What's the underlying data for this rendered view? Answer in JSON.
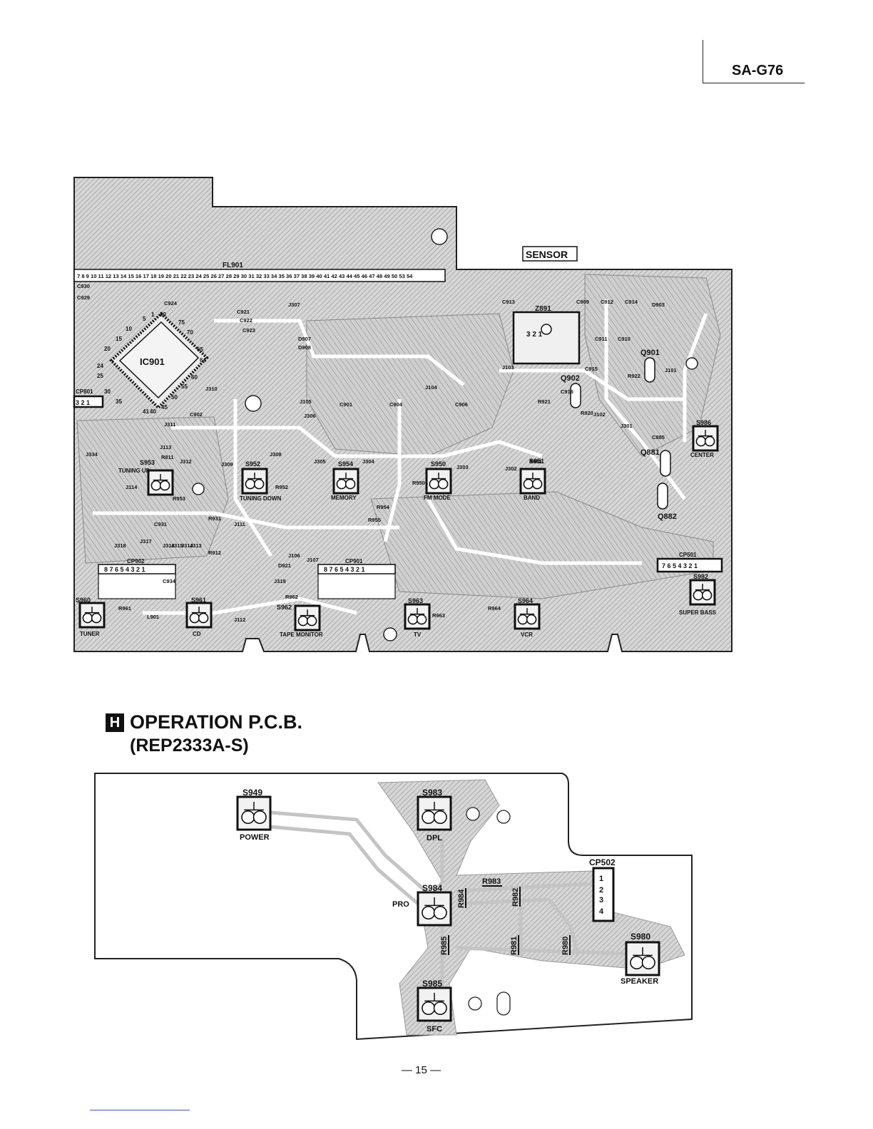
{
  "header": {
    "model": "SA-G76"
  },
  "main_board": {
    "sensor_label": "SENSOR",
    "display_label": "FL901",
    "pin_row": "7 8 9 10 11 12 13 14 15 16 17 18 19 20 21 22 23 24 25 26 27 28 29 30 31 32 33 34 35 36 37 38 39 40 41 42 43 44 45 46 47 48 49 50  53 54",
    "ic_label": "IC901",
    "ic_pins": [
      "1",
      "80",
      "75",
      "70",
      "65",
      "64",
      "60",
      "55",
      "50",
      "45",
      "41",
      "40",
      "35",
      "30",
      "25",
      "24",
      "20",
      "15",
      "10",
      "5"
    ],
    "z891_label": "Z891",
    "z891_pins": "3 2 1",
    "connectors": [
      {
        "ref": "CP902",
        "pins": "8 7 6 5 4 3 2 1"
      },
      {
        "ref": "CP901",
        "pins": "8 7 6 5 4 3 2 1"
      },
      {
        "ref": "CP501",
        "pins": "7 6 5 4 3 2 1"
      },
      {
        "ref": "CP801",
        "pins": "3 2 1"
      }
    ],
    "switches": [
      {
        "ref": "S953",
        "func": "TUNING UP"
      },
      {
        "ref": "S952",
        "func": "TUNING DOWN"
      },
      {
        "ref": "S954",
        "func": "MEMORY"
      },
      {
        "ref": "S950",
        "func": "FM MODE"
      },
      {
        "ref": "S951",
        "func": "BAND"
      },
      {
        "ref": "S986",
        "func": "CENTER"
      },
      {
        "ref": "S960",
        "func": "TUNER"
      },
      {
        "ref": "S961",
        "func": "CD"
      },
      {
        "ref": "S962",
        "func": "TAPE MONITOR"
      },
      {
        "ref": "S963",
        "func": "TV"
      },
      {
        "ref": "S964",
        "func": "VCR"
      },
      {
        "ref": "S982",
        "func": "SUPER BASS"
      }
    ],
    "transistors": [
      "Q901",
      "Q902",
      "Q881",
      "Q882"
    ],
    "parts": [
      "J307",
      "J310",
      "J311",
      "J105",
      "J306",
      "J104",
      "J103",
      "J101",
      "J102",
      "J113",
      "J114",
      "J312",
      "J309",
      "J308",
      "J305",
      "J304",
      "J303",
      "J302",
      "J301",
      "J106",
      "J107",
      "J111",
      "J112",
      "J319",
      "J318",
      "J317",
      "J316",
      "J315",
      "J314",
      "J313",
      "J334",
      "R811",
      "R953",
      "R952",
      "R954",
      "R955",
      "R931",
      "R912",
      "R961",
      "R962",
      "R964",
      "R963",
      "R951",
      "R950",
      "R921",
      "R920",
      "R922",
      "D907",
      "D908",
      "D903",
      "D921",
      "C930",
      "C929",
      "C924",
      "C921",
      "C922",
      "C923",
      "C902",
      "C901",
      "C904",
      "C906",
      "C913",
      "C909",
      "C912",
      "C914",
      "C910",
      "C911",
      "C915",
      "C916",
      "C885",
      "C934",
      "C931",
      "L901"
    ]
  },
  "operation_pcb": {
    "title": "OPERATION P.C.B.",
    "badge": "H",
    "part_no": "(REP2333A-S)",
    "switches": [
      {
        "ref": "S949",
        "func": "POWER"
      },
      {
        "ref": "S983",
        "func": "DPL"
      },
      {
        "ref": "S984",
        "func": "PRO"
      },
      {
        "ref": "S985",
        "func": "SFC"
      },
      {
        "ref": "S980",
        "func": "SPEAKER"
      }
    ],
    "connector": {
      "ref": "CP502",
      "pins": [
        "1",
        "2",
        "3",
        "4"
      ]
    },
    "resistors": [
      "R983",
      "R984",
      "R982",
      "R985",
      "R981",
      "R980"
    ]
  },
  "footer": {
    "page": "— 15 —"
  }
}
